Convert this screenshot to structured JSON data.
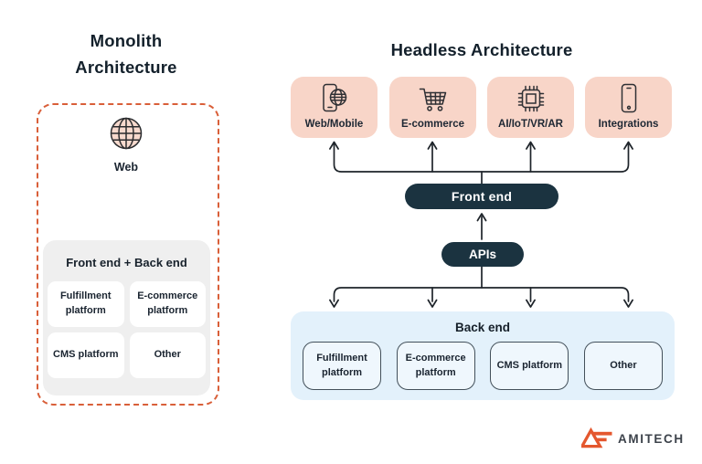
{
  "monolith": {
    "title": "Monolith Architecture",
    "web_label": "Web",
    "container_title": "Front end + Back end",
    "platforms": [
      "Fulfillment platform",
      "E-commerce platform",
      "CMS platform",
      "Other"
    ]
  },
  "headless": {
    "title": "Headless Architecture",
    "channels": [
      {
        "label": "Web/Mobile",
        "icon": "mobile-globe-icon"
      },
      {
        "label": "E-commerce",
        "icon": "shopping-cart-icon"
      },
      {
        "label": "AI/IoT/VR/AR",
        "icon": "chip-icon"
      },
      {
        "label": "Integrations",
        "icon": "smartphone-icon"
      }
    ],
    "front_end_label": "Front end",
    "apis_label": "APIs",
    "back_end": {
      "title": "Back end",
      "platforms": [
        "Fulfillment platform",
        "E-commerce platform",
        "CMS platform",
        "Other"
      ]
    }
  },
  "footer": {
    "brand": "AMITECH"
  },
  "colors": {
    "channel_pink": "#F8D5C8",
    "pill_navy": "#1B3340",
    "backend_blue": "#E3F1FB",
    "dashed_orange": "#D95F39",
    "logo_orange": "#E4572E",
    "wire_black": "#1E242A"
  }
}
